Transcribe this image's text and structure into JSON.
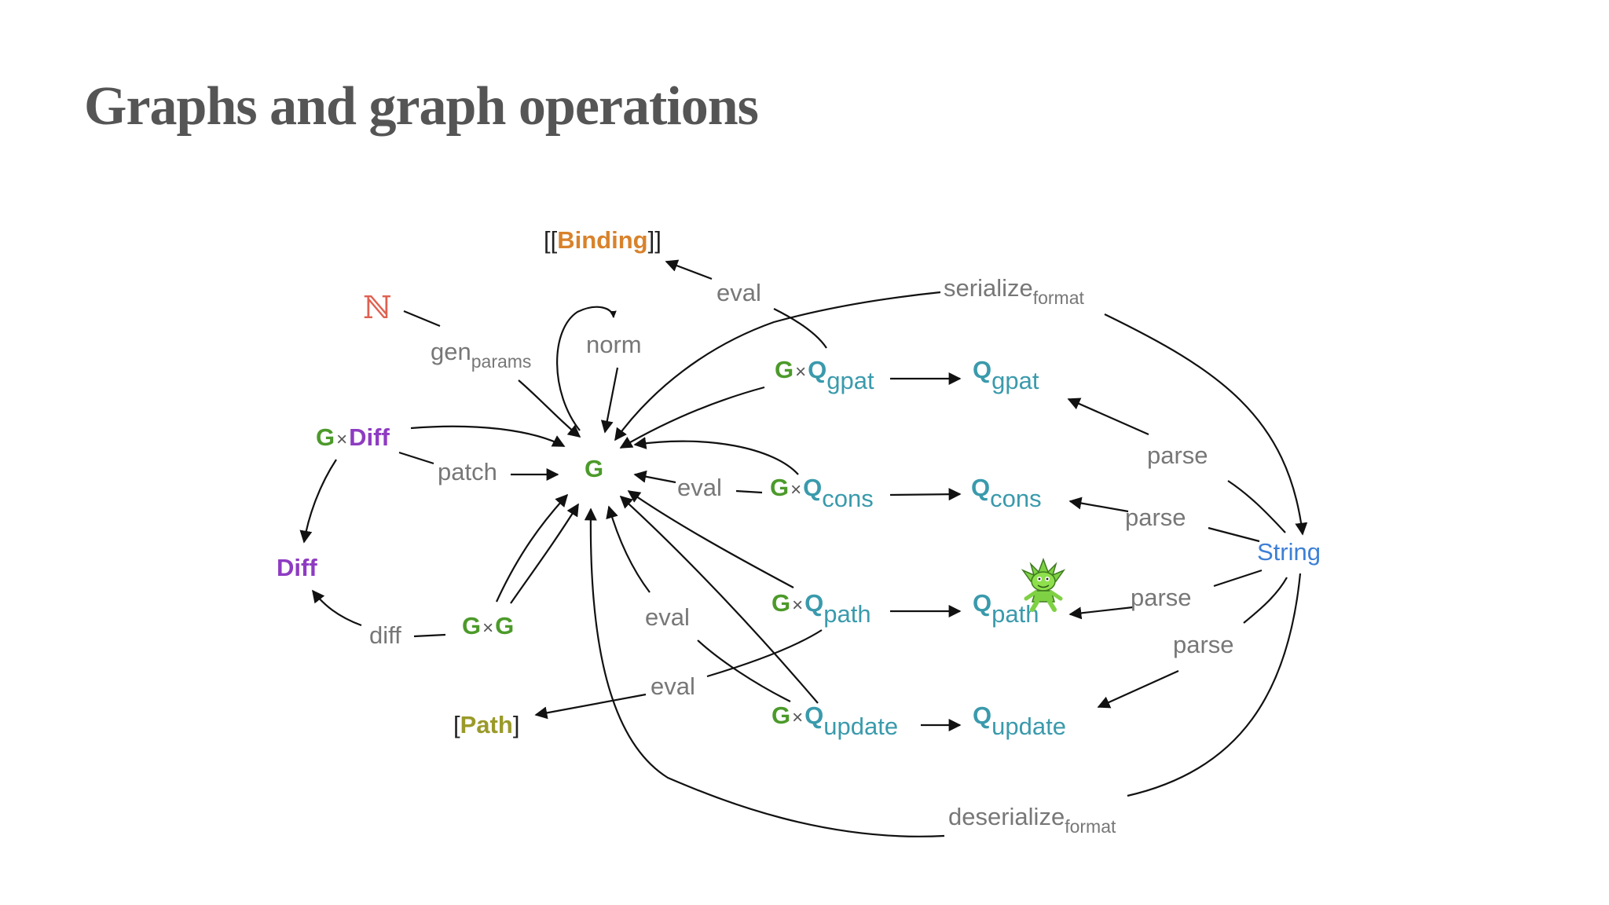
{
  "slide": {
    "title": "Graphs and graph operations"
  },
  "colors": {
    "graph_green": "#4c9a2a",
    "query_teal": "#3a9aac",
    "diff_purple": "#8e3bc2",
    "binding_orange": "#d9822b",
    "path_olive": "#9a9a2a",
    "string_blue": "#3d7fd6",
    "naturals_red": "#e06050",
    "edge_label_gray": "#777777",
    "bracket_black": "#222222",
    "arrow_black": "#111111"
  },
  "nodes": {
    "g": "G",
    "times": "×",
    "diff": "Diff",
    "q": "Q",
    "naturals": "ℕ",
    "string": "String",
    "binding": "Binding",
    "path": "Path",
    "bracket_open_double": "[[",
    "bracket_close_double": "]]",
    "bracket_open": "[",
    "bracket_close": "]",
    "sub_gpat": "gpat",
    "sub_cons": "cons",
    "sub_path": "path",
    "sub_update": "update",
    "mascot_icon": "goblin-mascot-icon"
  },
  "edge_labels": {
    "eval": "eval",
    "norm": "norm",
    "gen": "gen",
    "gen_sub": "params",
    "patch": "patch",
    "diff": "diff",
    "parse": "parse",
    "serialize": "serialize",
    "deserialize": "deserialize",
    "format_sub": "format"
  }
}
